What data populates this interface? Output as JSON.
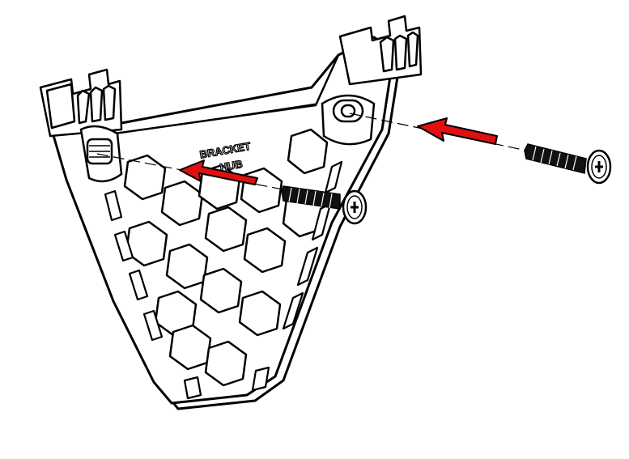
{
  "diagram": {
    "bracket_label": {
      "line1": "BRACKET",
      "line2": "HUB"
    }
  },
  "colors": {
    "background": "#ffffff",
    "outline": "#000000",
    "arrow_fill": "#e01010",
    "screw_fill": "#111111"
  },
  "icons": {
    "arrow": "red-arrow",
    "screw": "phillips-screw"
  }
}
